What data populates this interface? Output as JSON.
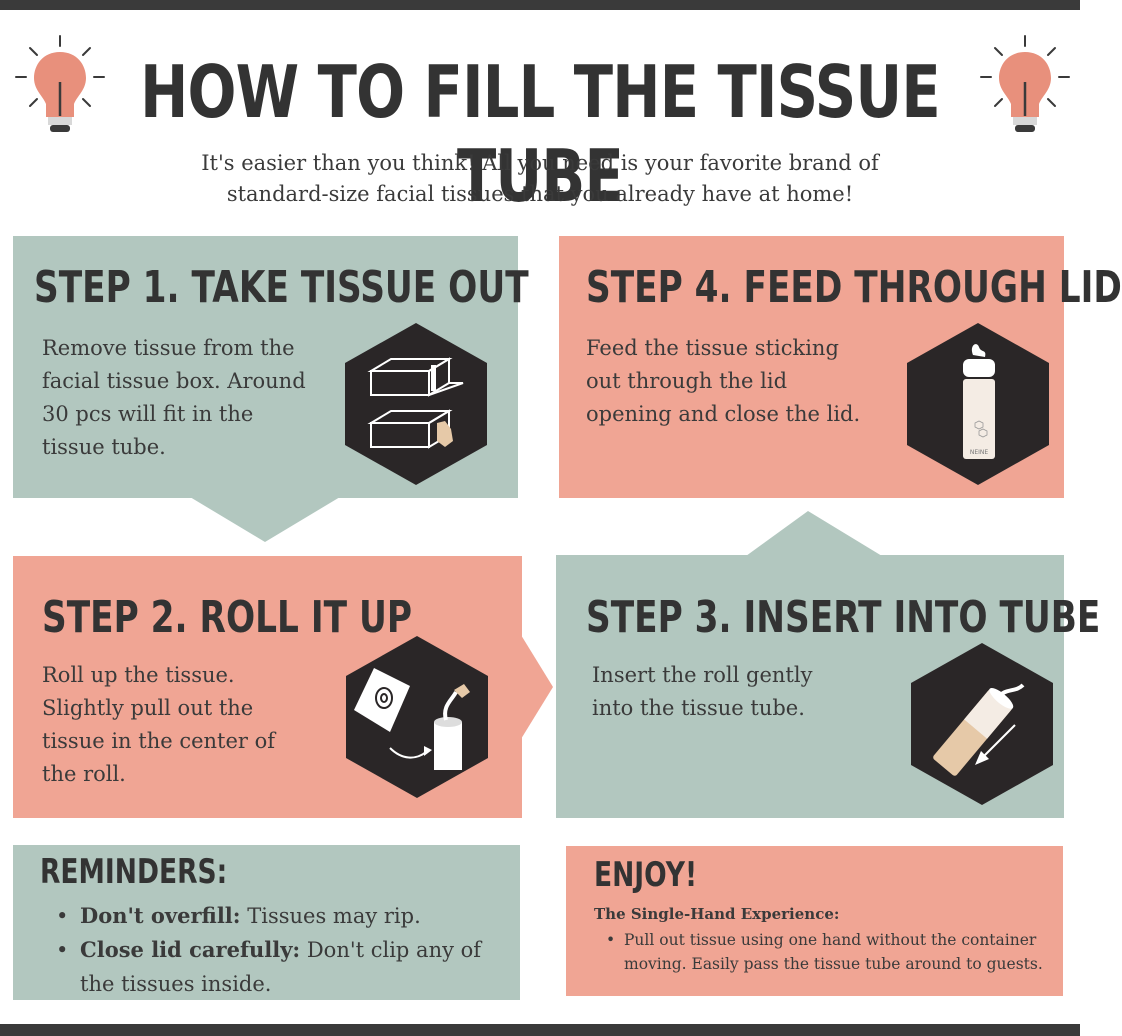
{
  "header": {
    "title": "HOW TO FILL THE TISSUE TUBE",
    "subtitle_line1": "It's easier than you think! All you need is your favorite brand of",
    "subtitle_line2": "standard-size facial tissues that you already have at home!"
  },
  "steps": [
    {
      "heading": "STEP 1. TAKE TISSUE OUT",
      "lines": [
        "Remove tissue from the",
        "facial tissue box. Around",
        "30 pcs will fit in the",
        "tissue tube."
      ]
    },
    {
      "heading": "STEP 2. ROLL IT UP",
      "lines": [
        "Roll up the tissue.",
        "Slightly pull out the",
        "tissue in the center of",
        "the roll."
      ]
    },
    {
      "heading": "STEP 3. INSERT INTO TUBE",
      "lines": [
        "Insert the roll gently",
        "into the tissue tube."
      ]
    },
    {
      "heading": "STEP 4. FEED THROUGH LID",
      "lines": [
        "Feed the tissue sticking",
        "out through the lid",
        "opening and close the lid."
      ]
    }
  ],
  "reminders": {
    "title": "REMINDERS:",
    "items": [
      {
        "bold": "Don't overfill:",
        "text": " Tissues may rip."
      },
      {
        "bold": "Close lid carefully:",
        "text": " Don't clip any of the tissues inside."
      }
    ]
  },
  "enjoy": {
    "title": "ENJOY!",
    "subtitle": "The Single-Hand Experience:",
    "item": "Pull out tissue using one hand without the container moving. Easily pass the tissue tube around to guests."
  },
  "product_label": "NEINE",
  "colors": {
    "green": "#b2c7bf",
    "pink": "#f0a594",
    "dark": "#2a2627",
    "text": "#3a3a3a",
    "bulb": "#e8907c"
  },
  "icons": [
    "lightbulb-icon",
    "tissue-box-icon",
    "tissue-roll-icon",
    "tube-insert-icon",
    "tube-lid-icon"
  ]
}
